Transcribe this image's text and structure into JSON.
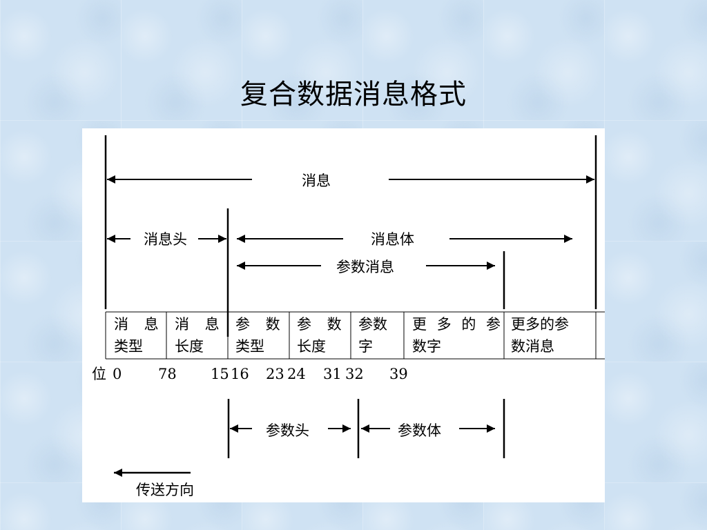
{
  "title": "复合数据消息格式",
  "diagram": {
    "labels": {
      "message": "消息",
      "message_header": "消息头",
      "message_body": "消息体",
      "param_message": "参数消息",
      "param_header": "参数头",
      "param_body": "参数体",
      "direction": "传送方向"
    },
    "fields": [
      {
        "line1": "消 息",
        "line2": "类型"
      },
      {
        "line1": "消 息",
        "line2": "长度"
      },
      {
        "line1": "参 数",
        "line2": "类型"
      },
      {
        "line1": "参 数",
        "line2": "长度"
      },
      {
        "line1": "参数",
        "line2": "字"
      },
      {
        "line1": "更 多 的 参",
        "line2": "数字"
      },
      {
        "line1": "更多的参",
        "line2": "数消息"
      }
    ],
    "bit_label": "位",
    "bit_positions": [
      "0",
      "78",
      "15",
      "16",
      "23",
      "24",
      "31",
      "32",
      "39"
    ]
  }
}
